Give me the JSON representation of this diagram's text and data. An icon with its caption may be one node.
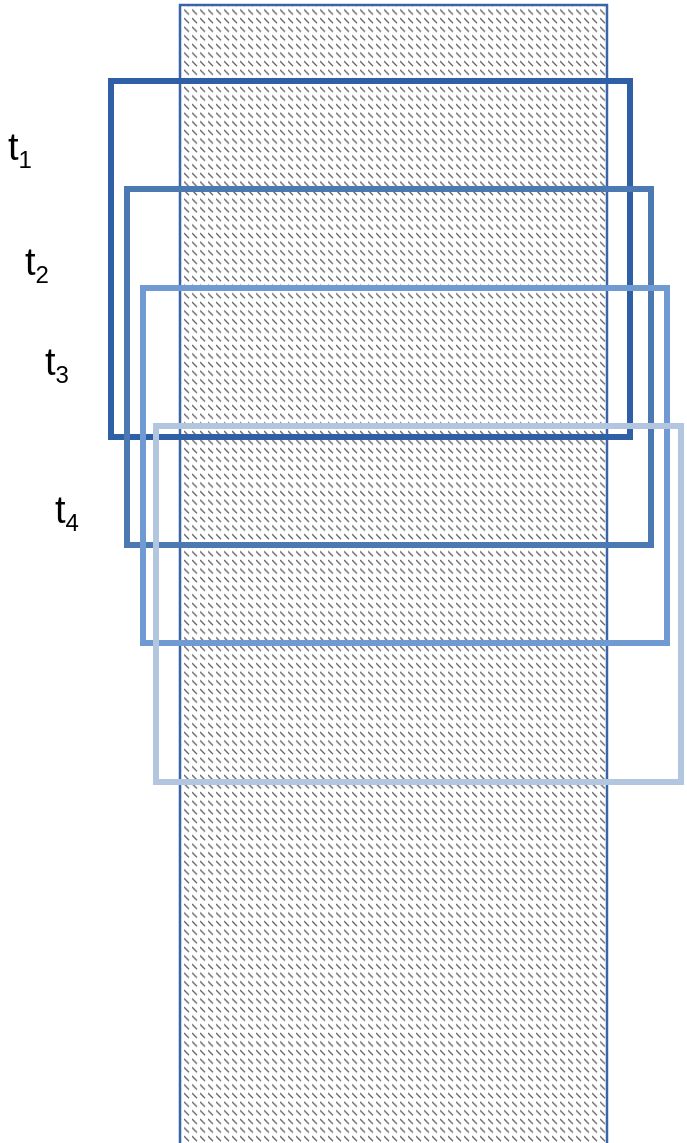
{
  "diagram": {
    "nodes": [
      {
        "text": [
          "t$_{1}$"
        ]
      },
      {
        "text": [
          "t$_{2}$"
        ]
      },
      {
        "text": [
          "t$_{3}$"
        ]
      },
      {
        "text": [
          "t$_{4}$"
        ]
      }
    ]
  }
}
